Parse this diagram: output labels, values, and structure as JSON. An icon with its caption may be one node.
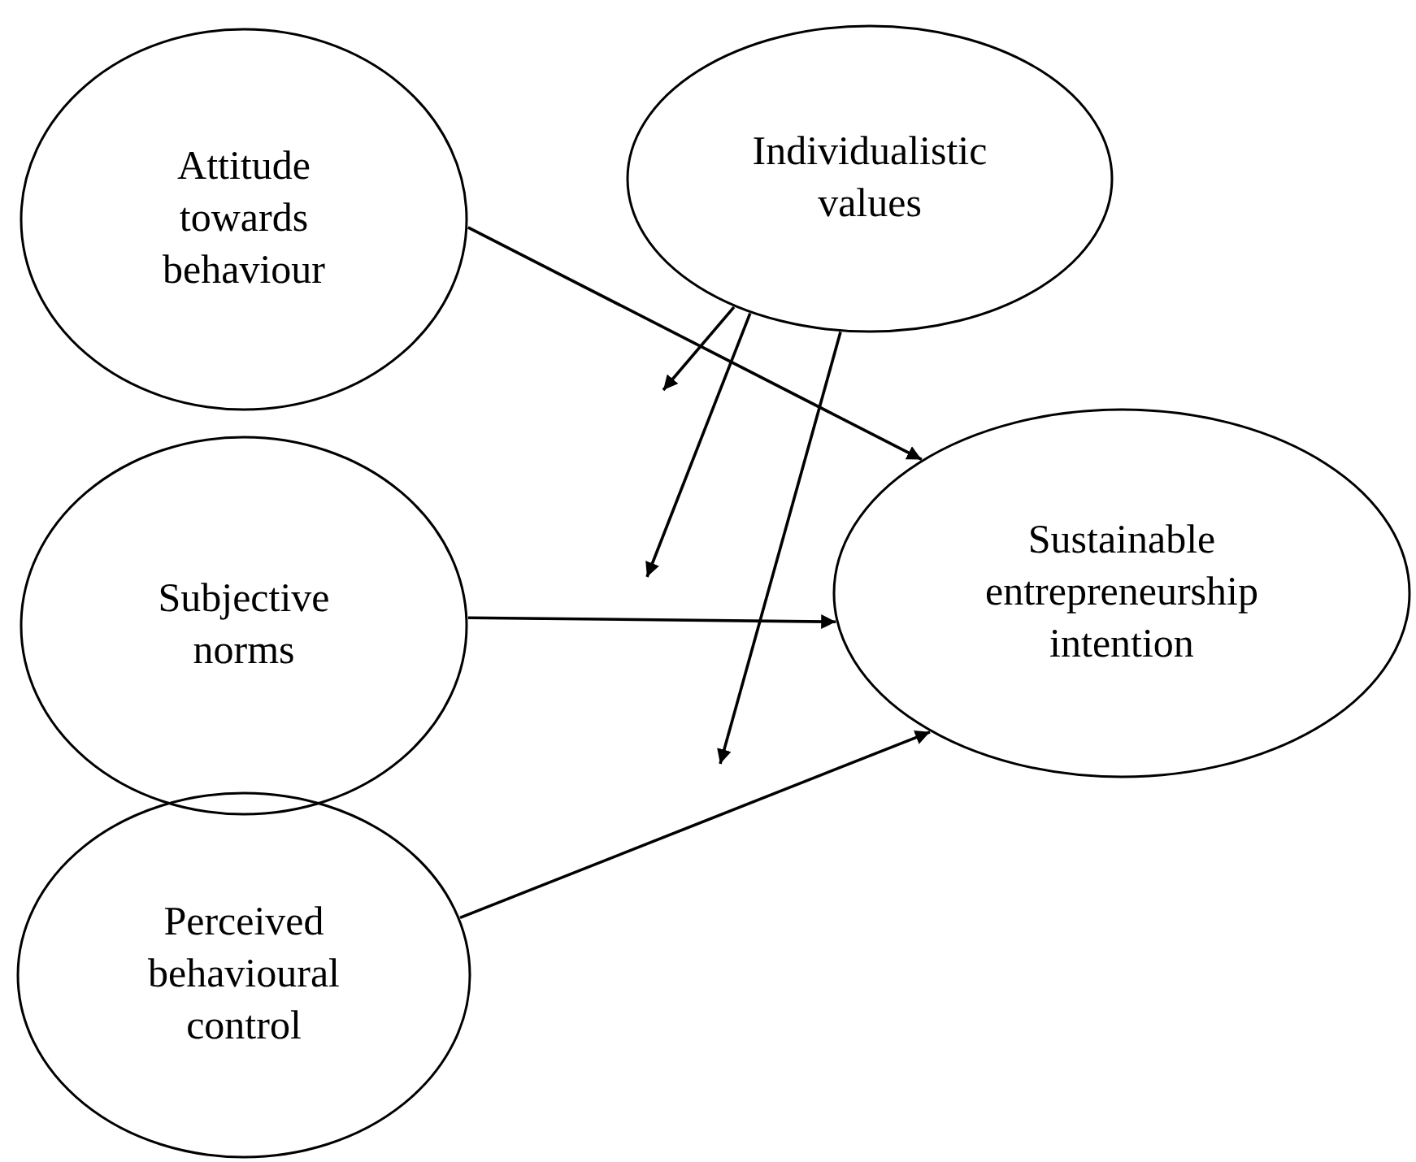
{
  "diagram": {
    "nodes": [
      {
        "text": [
          "Attitude towards behaviour"
        ]
      },
      {
        "text": [
          "Individualistic values"
        ]
      },
      {
        "text": [
          "Subjective norms"
        ]
      },
      {
        "text": [
          "Sustainable entrepreneurship intention"
        ]
      },
      {
        "text": [
          "Perceived behavioural control"
        ]
      }
    ],
    "edges": [
      {
        "from": 0,
        "to": 3,
        "arrow": "to"
      },
      {
        "from": 1,
        "to": null,
        "arrow": "to"
      },
      {
        "from": 1,
        "to": null,
        "arrow": "to"
      },
      {
        "from": 2,
        "to": 3,
        "arrow": "to"
      },
      {
        "from": 1,
        "to": null,
        "arrow": "to"
      },
      {
        "from": 4,
        "to": 3,
        "arrow": "to"
      }
    ]
  }
}
